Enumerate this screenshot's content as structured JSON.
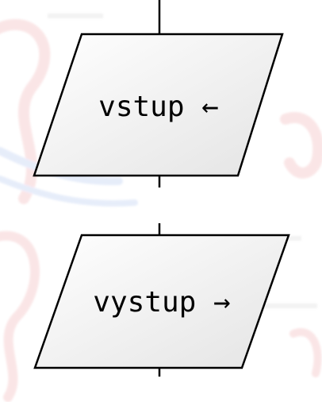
{
  "diagram": {
    "shapes": [
      {
        "id": "input",
        "kind": "parallelogram",
        "label": "vstup ←"
      },
      {
        "id": "output",
        "kind": "parallelogram",
        "label": "vystup →"
      }
    ]
  },
  "colors": {
    "background": "#ffffff",
    "shape_fill_light": "#ffffff",
    "shape_fill_dark": "#e6e6e6",
    "stroke": "#000000",
    "watermark": "#d9343a"
  }
}
